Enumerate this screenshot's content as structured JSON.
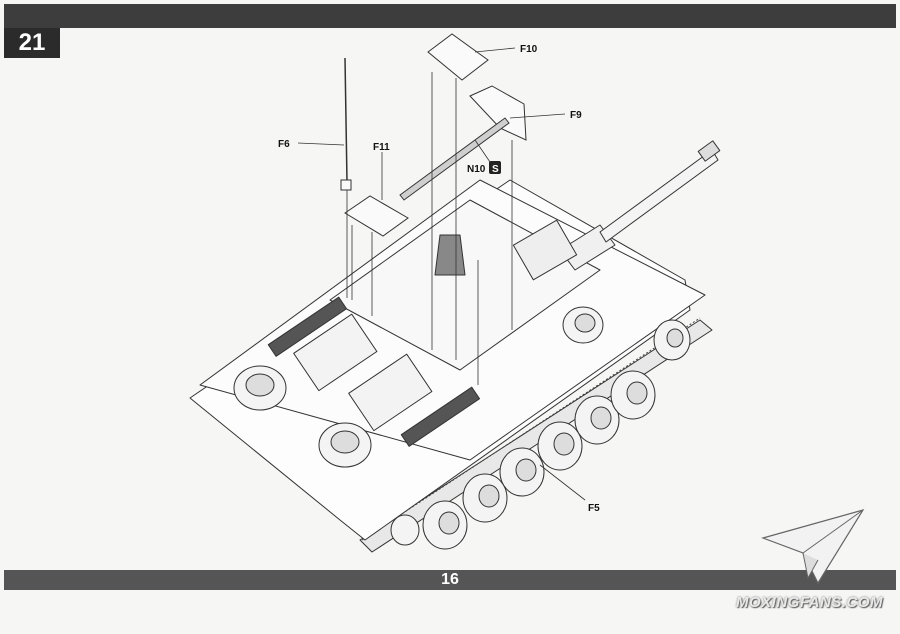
{
  "step_number": "21",
  "page_number": "16",
  "parts": {
    "f10": "F10",
    "f9": "F9",
    "f6": "F6",
    "f11": "F11",
    "n10": "N10",
    "n10_badge": "S",
    "f5": "F5"
  },
  "watermark": "MOXINGFANS.COM"
}
